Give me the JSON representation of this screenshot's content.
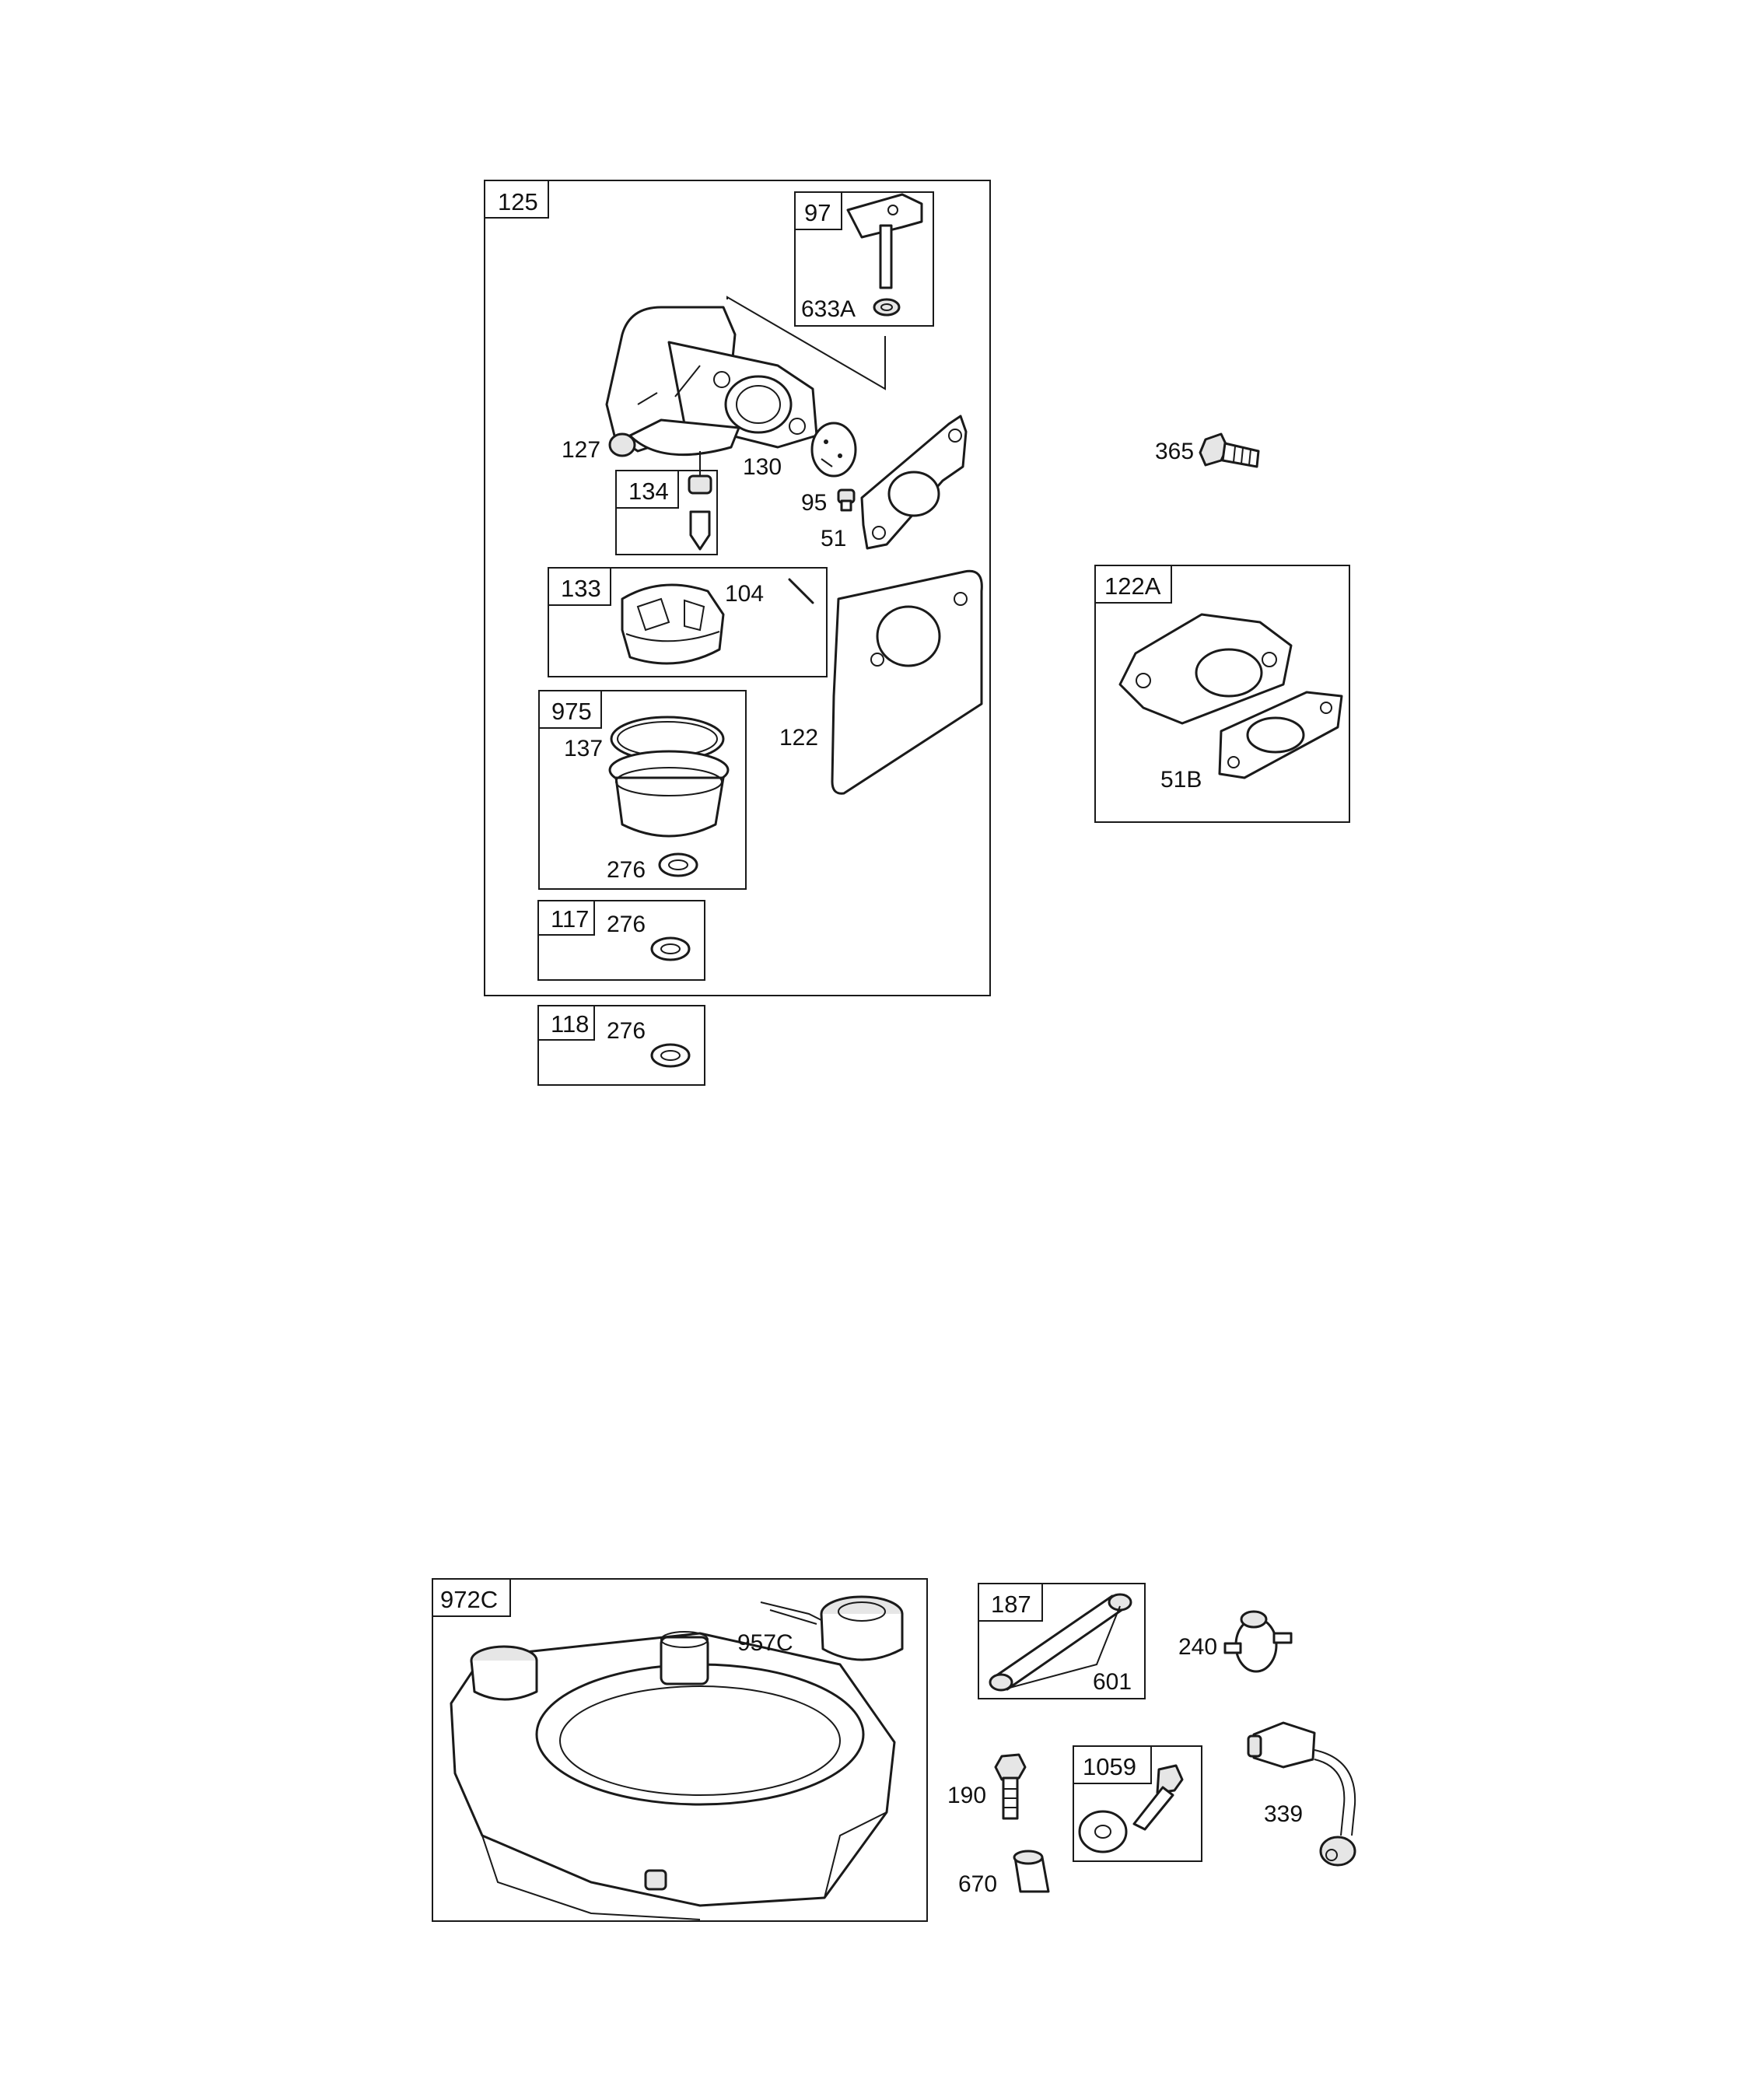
{
  "groups": {
    "g125": "125",
    "g97": "97",
    "g134": "134",
    "g133": "133",
    "g975": "975",
    "g117": "117",
    "g118": "118",
    "g122A": "122A",
    "g972C": "972C",
    "g187": "187",
    "g1059": "1059"
  },
  "callouts": {
    "c633A": "633A",
    "c127": "127",
    "c130": "130",
    "c95": "95",
    "c51": "51",
    "c104": "104",
    "c122": "122",
    "c137": "137",
    "c276a": "276",
    "c276b": "276",
    "c276c": "276",
    "c365": "365",
    "c51B": "51B",
    "c957C": "957C",
    "c601": "601",
    "c240": "240",
    "c190": "190",
    "c670": "670",
    "c339": "339"
  }
}
